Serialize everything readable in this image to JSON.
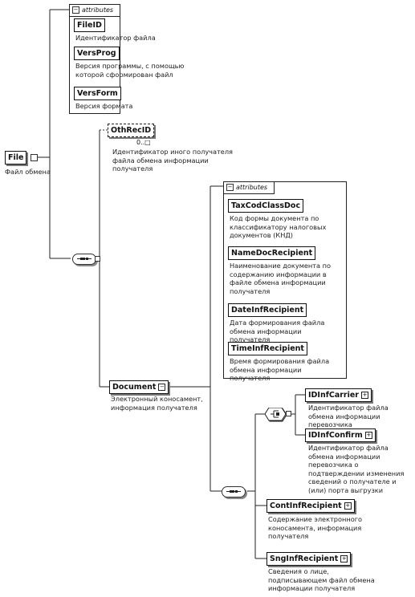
{
  "root": {
    "name": "File",
    "description": "Файл обмена"
  },
  "attributes_label": "attributes",
  "file_attributes": [
    {
      "name": "FileID",
      "description": "Идентификатор файла"
    },
    {
      "name": "VersProg",
      "description": "Версия программы, с помощью которой сформирован файл"
    },
    {
      "name": "VersForm",
      "description": "Версия формата"
    }
  ],
  "oth_rec": {
    "name": "OthRecID",
    "cardinality": "0..□",
    "description": "Идентификатор иного получателя файла обмена информации получателя"
  },
  "document": {
    "name": "Document",
    "description": "Электронный коносамент, информация получателя"
  },
  "document_attributes": [
    {
      "name": "TaxCodClassDoc",
      "description": "Код формы документа по классификатору налоговых документов (КНД)"
    },
    {
      "name": "NameDocRecipient",
      "description": "Наименование документа по содержанию информации в файле обмена информации получателя"
    },
    {
      "name": "DateInfRecipient",
      "description": "Дата формирования файла обмена информации получателя"
    },
    {
      "name": "TimeInfRecipient",
      "description": "Время формирования файла обмена информации получателя"
    }
  ],
  "choice_elements": [
    {
      "name": "IDInfCarrier",
      "description": "Идентификатор файла обмена информации перевозчика"
    },
    {
      "name": "IDInfConfirm",
      "description": "Идентификатор файла обмена информации перевозчика о подтверждении изменения сведений о получателе и (или) порта выгрузки"
    }
  ],
  "sequence_elements": [
    {
      "name": "ContInfRecipient",
      "description": "Содержание электронного коносамента, информация получателя"
    },
    {
      "name": "SngInfRecipient",
      "description": "Сведения о лице, подписывающем файл обмена информации получателя"
    }
  ]
}
